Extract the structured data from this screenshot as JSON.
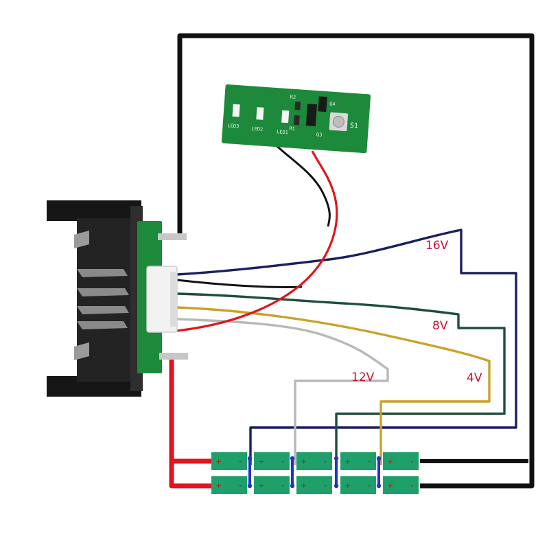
{
  "labels": {
    "v16": "16V",
    "v8": "8V",
    "v12": "12V",
    "v4": "4V"
  },
  "pcb_silkscreen": {
    "led3": "LED3",
    "led2": "LED2",
    "led1": "LED1",
    "r1": "R1",
    "r2": "R2",
    "q3": "Q3",
    "q4": "Q4",
    "s1": "S1"
  },
  "cell_marks": {
    "plus": "+",
    "minus": "-"
  },
  "colors": {
    "wire_black": "#111111",
    "wire_red": "#e3141c",
    "wire_navy": "#1a1f5c",
    "wire_green": "#1d4f3a",
    "wire_gold": "#c9a227",
    "wire_gray": "#b8b8b8",
    "cell_green": "#1fa06a",
    "tab_blue": "#2433c7",
    "pcb_green": "#1c8a3a",
    "label_red": "#c8102e"
  }
}
